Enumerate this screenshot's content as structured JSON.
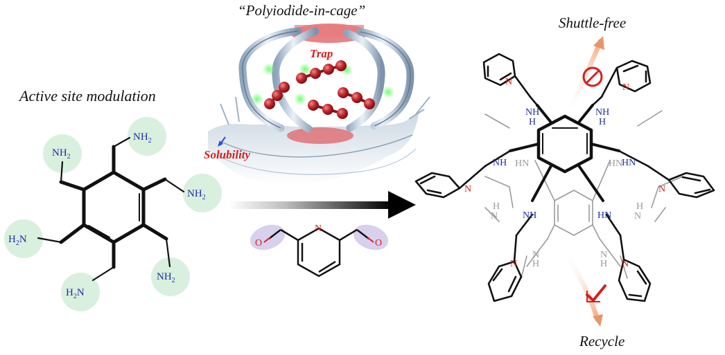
{
  "title_cage": "“Polyiodide-in-cage”",
  "label_left": "Active site modulation",
  "label_trap": "Trap",
  "label_solubility": "Solubility",
  "label_shuttle": "Shuttle-free",
  "label_recycle": "Recycle",
  "amine_nh2": "NH",
  "amine_nh2_sub": "2",
  "amine_h2n": "H",
  "amine_h2n_sub": "2",
  "amine_h2n_n": "N",
  "aldehyde_o": "O",
  "pyridine_n": "N",
  "cage_nh": "NH",
  "cage_hn": "HN",
  "cage_h": "H",
  "cage_n": "N",
  "colors": {
    "amine_text": "#1f2fa8",
    "amine_halo": "#d9f0df",
    "red": "#d42020",
    "orange": "#e9956a",
    "aldehyde_halo": "#d8d0ec",
    "bond": "#111111",
    "bond_gray": "#9a9a9a"
  }
}
